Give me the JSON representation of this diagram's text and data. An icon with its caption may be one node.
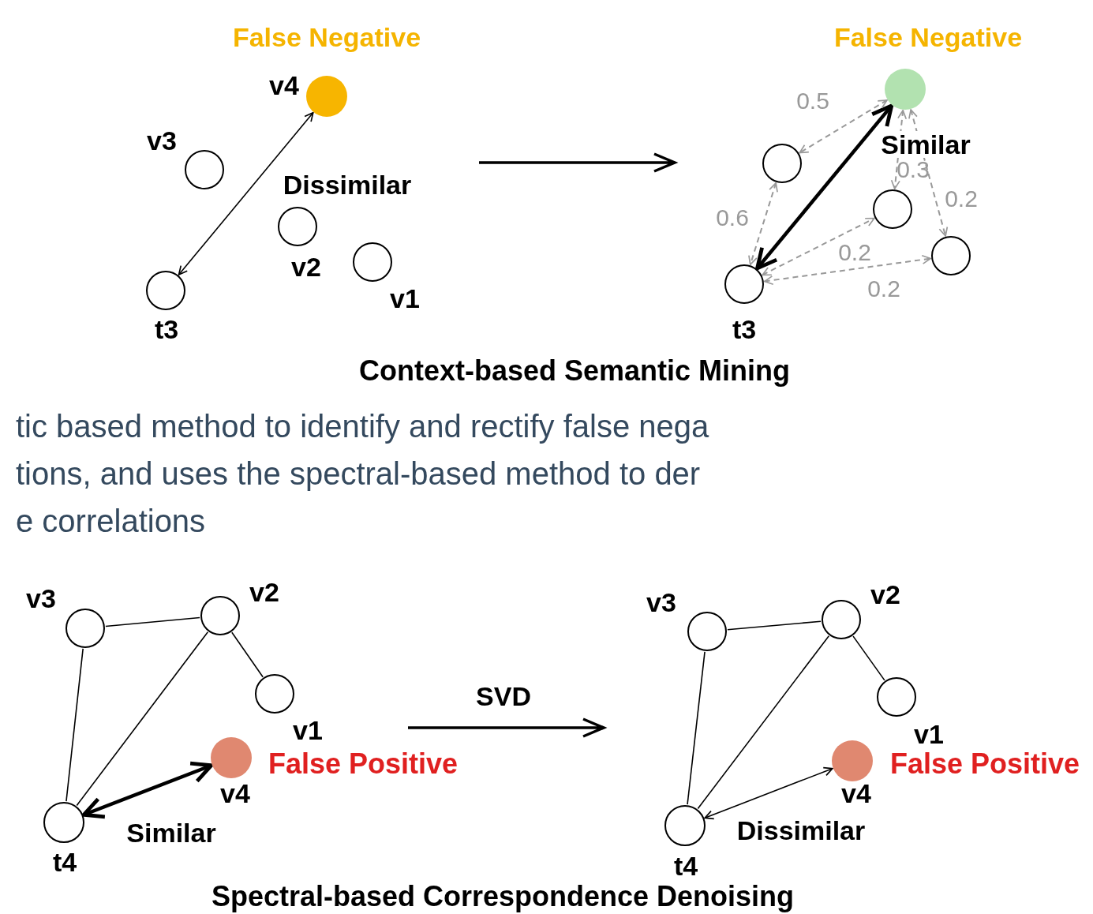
{
  "diagram": {
    "nodes": [
      {
        "text": [],
        "shape": "circle",
        "beside": [
          "False Negative",
          "v4"
        ]
      },
      {
        "text": [],
        "shape": "circle",
        "beside": [
          "v3"
        ]
      },
      {
        "text": [],
        "shape": "circle",
        "beside": [
          "v2"
        ]
      },
      {
        "text": [],
        "shape": "circle",
        "beside": [
          "v1"
        ]
      },
      {
        "text": [],
        "shape": "circle",
        "beside": [
          "t3"
        ]
      },
      {
        "text": [],
        "shape": "circle",
        "beside": [
          "False Negative"
        ]
      },
      {
        "text": [],
        "shape": "circle"
      },
      {
        "text": [],
        "shape": "circle"
      },
      {
        "text": [],
        "shape": "circle"
      },
      {
        "text": [],
        "shape": "circle",
        "beside": [
          "t3"
        ]
      },
      {
        "text": [],
        "shape": "circle",
        "beside": [
          "v3"
        ]
      },
      {
        "text": [],
        "shape": "circle",
        "beside": [
          "v2"
        ]
      },
      {
        "text": [],
        "shape": "circle",
        "beside": [
          "v1"
        ]
      },
      {
        "text": [],
        "shape": "circle",
        "beside": [
          "False Positive",
          "v4"
        ]
      },
      {
        "text": [],
        "shape": "circle",
        "beside": [
          "t4"
        ]
      },
      {
        "text": [],
        "shape": "circle",
        "beside": [
          "v3"
        ]
      },
      {
        "text": [],
        "shape": "circle",
        "beside": [
          "v2"
        ]
      },
      {
        "text": [],
        "shape": "circle",
        "beside": [
          "v1"
        ]
      },
      {
        "text": [],
        "shape": "circle",
        "beside": [
          "False Positive",
          "v4"
        ]
      },
      {
        "text": [],
        "shape": "circle",
        "beside": [
          "t4"
        ]
      }
    ],
    "edges": [
      {
        "from": 4,
        "to": 0,
        "arrow": "both",
        "label": "Dissimilar"
      },
      {
        "from": 9,
        "to": 5,
        "arrow": "both",
        "label": "Similar",
        "style": "thick"
      },
      {
        "from": 5,
        "to": 6,
        "arrow": "both",
        "label": "0.5",
        "style": "dashed",
        "color": "#999999"
      },
      {
        "from": 6,
        "to": 9,
        "arrow": "both",
        "label": "0.6",
        "style": "dashed",
        "color": "#999999"
      },
      {
        "from": 5,
        "to": 7,
        "arrow": "both",
        "label": "0.3",
        "style": "dashed",
        "color": "#999999"
      },
      {
        "from": 5,
        "to": 8,
        "arrow": "both",
        "label": "0.2",
        "style": "dashed",
        "color": "#999999"
      },
      {
        "from": 9,
        "to": 7,
        "arrow": "both",
        "label": "0.2",
        "style": "dashed",
        "color": "#999999"
      },
      {
        "from": 9,
        "to": 8,
        "arrow": "both",
        "label": "0.2",
        "style": "dashed",
        "color": "#999999"
      },
      {
        "from": 10,
        "to": 11,
        "arrow": "none"
      },
      {
        "from": 10,
        "to": 14,
        "arrow": "none"
      },
      {
        "from": 11,
        "to": 14,
        "arrow": "none"
      },
      {
        "from": 11,
        "to": 12,
        "arrow": "none"
      },
      {
        "from": 14,
        "to": 13,
        "arrow": "both",
        "label": "Similar",
        "style": "thick"
      },
      {
        "from": 15,
        "to": 16,
        "arrow": "none"
      },
      {
        "from": 15,
        "to": 19,
        "arrow": "none"
      },
      {
        "from": 16,
        "to": 19,
        "arrow": "none"
      },
      {
        "from": 16,
        "to": 17,
        "arrow": "none"
      },
      {
        "from": 19,
        "to": 18,
        "arrow": "both",
        "label": "Dissimilar"
      }
    ],
    "labels": [
      "Context-based Semantic Mining",
      "tic based method to identify and rectify false nega",
      "tions, and uses the spectral-based method to der",
      "e correlations",
      "SVD",
      "Spectral-based Correspondence Denoising"
    ]
  }
}
